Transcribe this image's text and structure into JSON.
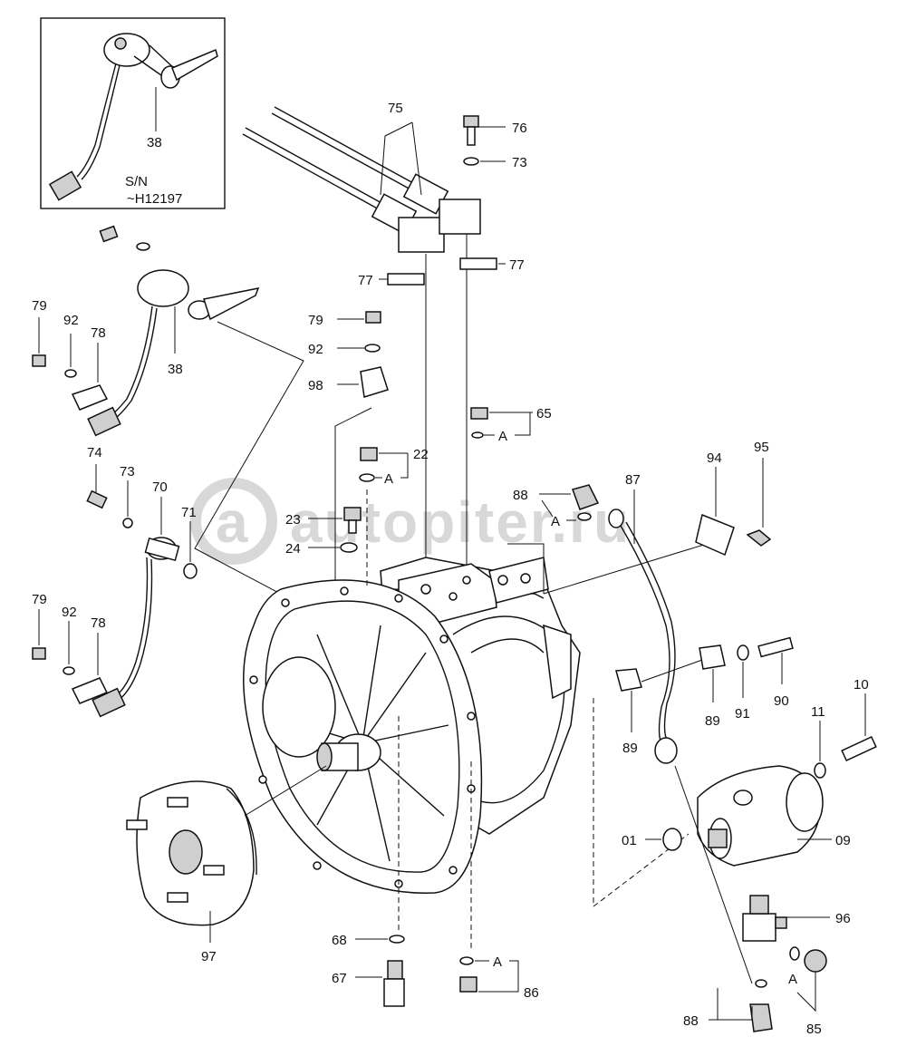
{
  "inset": {
    "part_no": "38",
    "serial_line1": "S/N",
    "serial_line2": "~H12197"
  },
  "watermark": "autopiter.ru",
  "letter_a": "A",
  "callouts": {
    "c75": "75",
    "c76": "76",
    "c73a": "73",
    "c77a": "77",
    "c77b": "77",
    "c79a": "79",
    "c92a": "92",
    "c78a": "78",
    "c38": "38",
    "c79b": "79",
    "c92b": "92",
    "c98": "98",
    "c65": "65",
    "c22": "22",
    "c74": "74",
    "c73b": "73",
    "c70": "70",
    "c71": "71",
    "c23": "23",
    "c24": "24",
    "c88a": "88",
    "c87": "87",
    "c94": "94",
    "c95": "95",
    "c79c": "79",
    "c92c": "92",
    "c78c": "78",
    "c89a": "89",
    "c89b": "89",
    "c91": "91",
    "c90": "90",
    "c11": "11",
    "c10": "10",
    "c01": "01",
    "c09": "09",
    "c96": "96",
    "c97": "97",
    "c68": "68",
    "c67": "67",
    "c86": "86",
    "c88b": "88",
    "c85": "85"
  }
}
